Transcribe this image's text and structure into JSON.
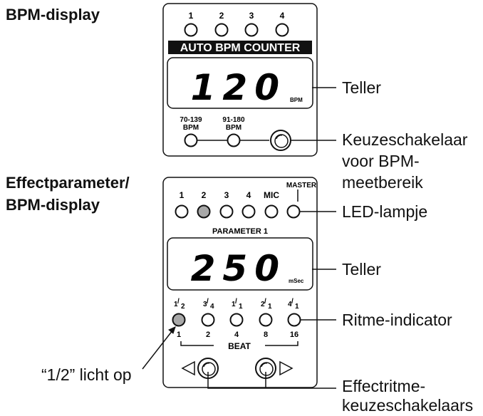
{
  "titles": {
    "bpm_display": "BPM-display",
    "effect_line1": "Effectparameter/",
    "effect_line2": "BPM-display"
  },
  "top_panel": {
    "leds": [
      "1",
      "2",
      "3",
      "4"
    ],
    "banner": "AUTO BPM COUNTER",
    "counter_value": "120",
    "counter_unit": "BPM",
    "range_1_top": "70-139",
    "range_1_bottom": "BPM",
    "range_2_top": "91-180",
    "range_2_bottom": "BPM"
  },
  "bottom_panel": {
    "leds": [
      "1",
      "2",
      "3",
      "4",
      "MIC"
    ],
    "master_label": "MASTER",
    "lit_led": "2",
    "parameter_label": "PARAMETER 1",
    "counter_value": "250",
    "counter_unit": "mSec",
    "beat_fractions": [
      {
        "num": "1",
        "den": "2"
      },
      {
        "num": "3",
        "den": "4"
      },
      {
        "num": "1",
        "den": "1"
      },
      {
        "num": "2",
        "den": "1"
      },
      {
        "num": "4",
        "den": "1"
      }
    ],
    "beat_counts": [
      "1",
      "2",
      "4",
      "8",
      "16"
    ],
    "beat_label": "BEAT",
    "lit_beat": "1/2"
  },
  "callouts": {
    "teller_top": "Teller",
    "range_selector_1": "Keuzeschakelaar",
    "range_selector_2": "voor BPM-",
    "range_selector_3": "meetbereik",
    "led": "LED-lampje",
    "teller_bottom": "Teller",
    "rhythm": "Ritme-indicator",
    "lights_up": "“1/2” licht op",
    "effect_selectors_1": "Effectritme-",
    "effect_selectors_2": "keuzeschakelaars"
  }
}
